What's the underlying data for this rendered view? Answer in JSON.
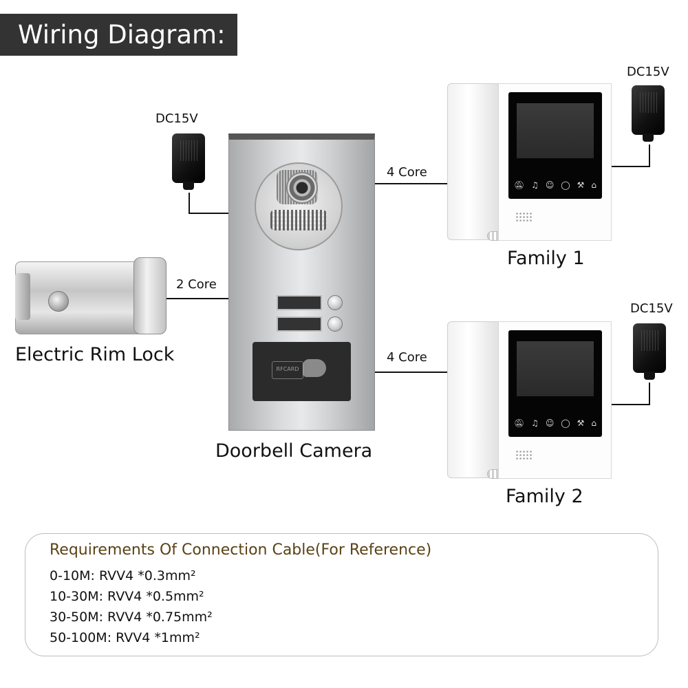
{
  "title": "Wiring Diagram:",
  "power": {
    "left": "DC15V",
    "family1": "DC15V",
    "family2": "DC15V"
  },
  "cables": {
    "family1": "4 Core",
    "lock": "2 Core",
    "family2": "4 Core"
  },
  "devices": {
    "lock": "Electric Rim Lock",
    "doorbell": "Doorbell Camera",
    "family1": "Family 1",
    "family2": "Family 2",
    "rfid_text": "RFCARD"
  },
  "requirements": {
    "title": "Requirements Of Connection Cable(For Reference)",
    "lines": [
      "0-10M: RVV4 *0.3mm²",
      "10-30M: RVV4 *0.5mm²",
      "30-50M: RVV4 *0.75mm²",
      "50-100M: RVV4 *1mm²"
    ]
  },
  "colors": {
    "title_bar": "#333333",
    "requirements_title": "#5a4215",
    "wire": "#111111"
  }
}
